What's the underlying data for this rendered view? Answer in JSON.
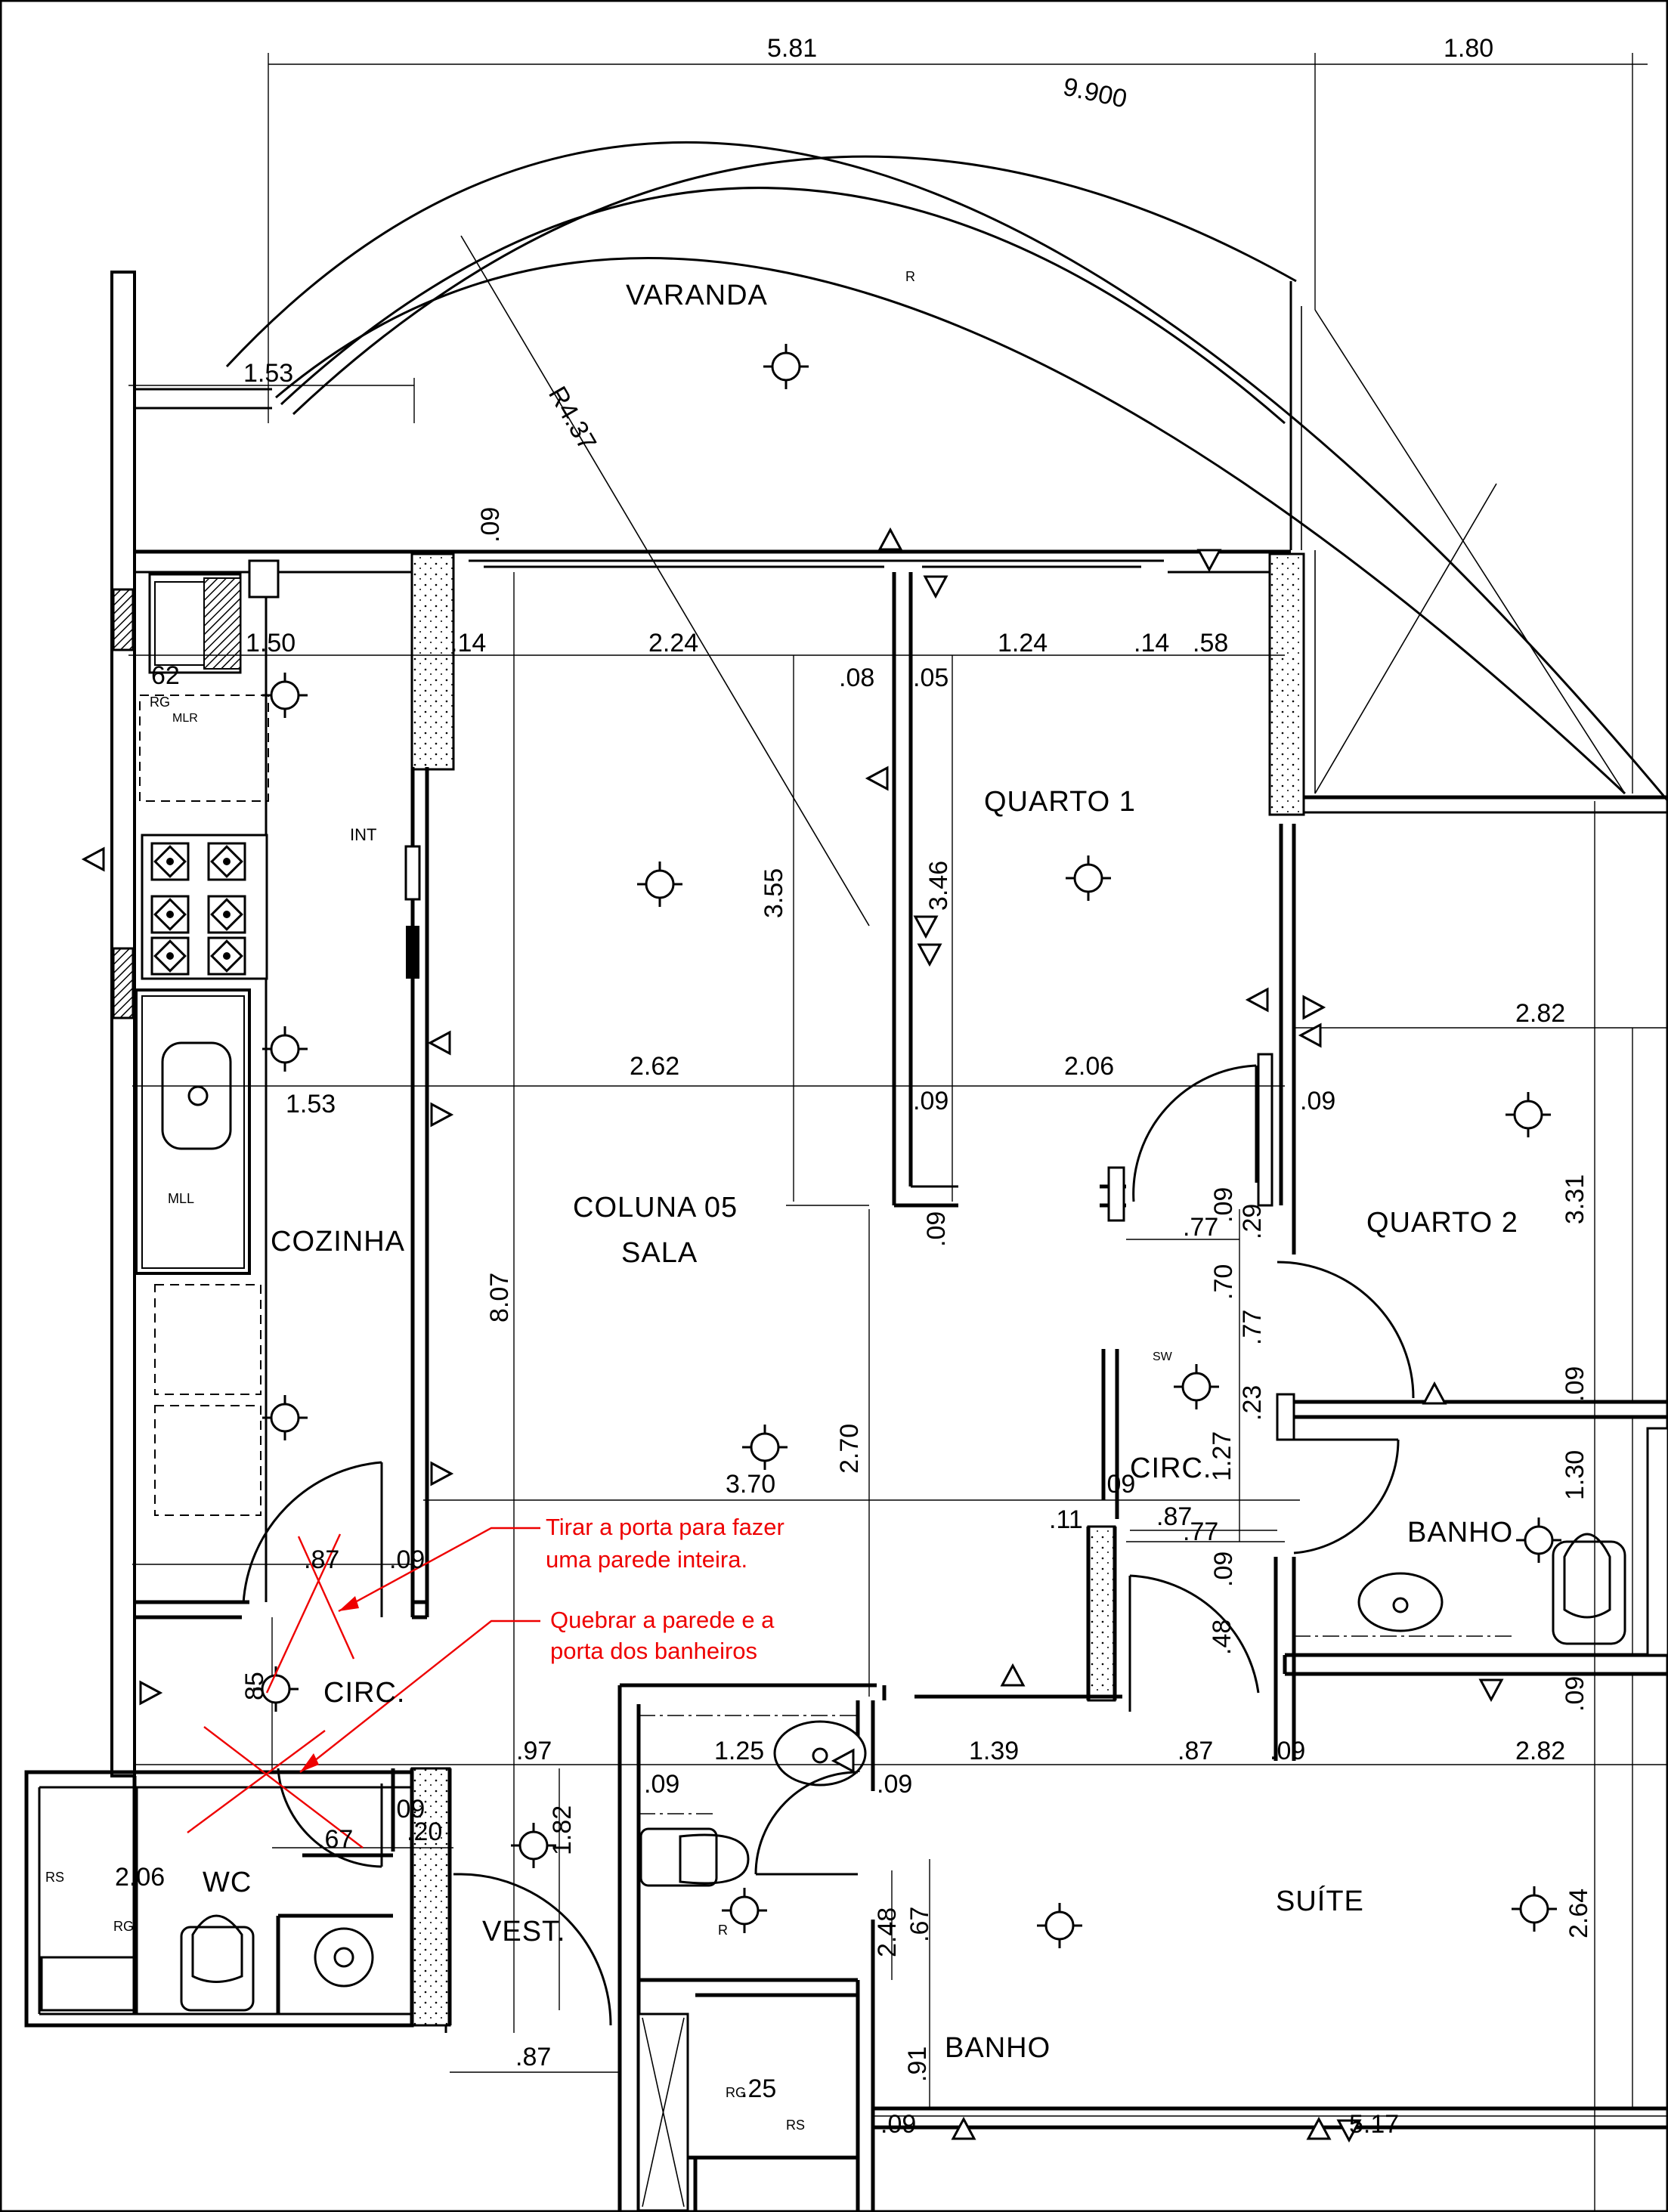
{
  "rooms": {
    "varanda": "VARANDA",
    "quarto1": "QUARTO  1",
    "quarto2": "QUARTO  2",
    "cozinha": "COZINHA",
    "coluna": "COLUNA  05",
    "sala": "SALA",
    "circ_center": "CIRC.",
    "circ_left": "CIRC.",
    "banho_right": "BANHO",
    "banho_bottom": "BANHO",
    "suite": "SUÍTE",
    "vest": "VEST.",
    "wc": "WC"
  },
  "dimensions": {
    "d581": "5.81",
    "d180": "1.80",
    "d9900": "9.900",
    "r437": "R4.37",
    "d153a": "1.53",
    "d09v": ".09",
    "d150": "1.50",
    "d14a": ".14",
    "d224": "2.24",
    "d124": "1.24",
    "d14b": ".14",
    "d58": ".58",
    "d08": ".08",
    "d05": ".05",
    "d355": "3.55",
    "d346": "3.46",
    "d282a": "2.82",
    "d262": "2.62",
    "d206": "2.06",
    "d09a": ".09",
    "d09b": ".09",
    "d153b": "1.53",
    "d09c": ".09",
    "d331": "3.31",
    "d807": "8.07",
    "d77a": ".77",
    "d09d": ".09",
    "d29": ".29",
    "d70": ".70",
    "d77b": ".77",
    "d23": ".23",
    "d09e": ".09",
    "d270": "2.70",
    "d370": "3.70",
    "d127": "1.27",
    "d09f": ".09",
    "d130": "1.30",
    "d11": ".11",
    "d87a": ".87",
    "d77c": ".77",
    "d87b": ".87",
    "d09g": ".09",
    "d09h": ".09",
    "d48": ".48",
    "d85": "85",
    "d09i": ".09",
    "d97": ".97",
    "d125": "1.25",
    "d139": "1.39",
    "d87c": ".87",
    "d09j": ".09",
    "d282b": "2.82",
    "d09k": ".09",
    "d09l": ".09",
    "d09m": ".09",
    "d20": ".20",
    "d67a": ".67",
    "d182": "1.82",
    "d206b": "2.06",
    "d248": "2.48",
    "d67b": ".67",
    "d264": "2.64",
    "d91": ".91",
    "d87d": ".87",
    "d25": ".25",
    "d09n": ".09",
    "d517": "5.17",
    "d62": "62"
  },
  "symbols": {
    "r": "R",
    "rg": "RG",
    "rs": "RS",
    "int": "INT",
    "mll": "MLL",
    "mlr": "MLR",
    "sw": "SW"
  },
  "annotations": {
    "note1_line1": "Tirar a porta para fazer",
    "note1_line2": "uma parede inteira.",
    "note2_line1": "Quebrar a parede e a",
    "note2_line2": "porta dos banheiros"
  },
  "colors": {
    "annotation": "#e00000",
    "linework": "#000000"
  }
}
